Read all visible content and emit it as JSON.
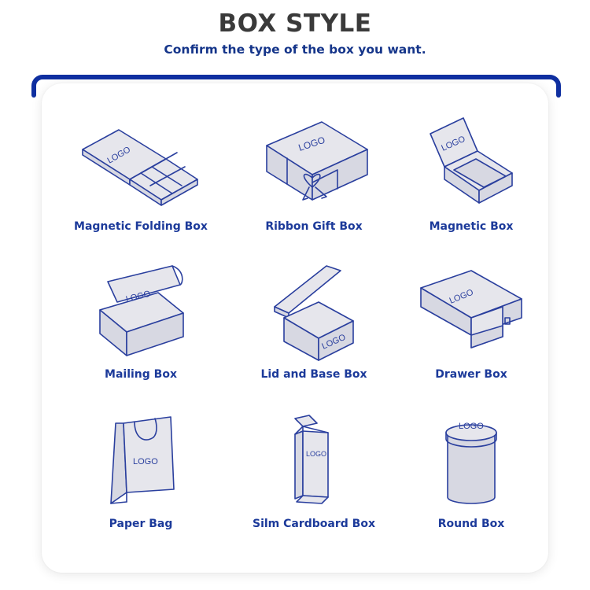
{
  "header": {
    "title": "BOX STYLE",
    "subtitle": "Confirm the type of the box you want."
  },
  "colors": {
    "accent": "#0f2fa0",
    "label": "#1c3a9a",
    "title": "#3a3a3a",
    "box_fill": "#e6e6ec"
  },
  "logo_text": "LOGO",
  "items": [
    {
      "label": "Magnetic Folding Box",
      "icon": "magnetic-folding-box-icon"
    },
    {
      "label": "Ribbon Gift Box",
      "icon": "ribbon-gift-box-icon"
    },
    {
      "label": "Magnetic Box",
      "icon": "magnetic-box-icon"
    },
    {
      "label": "Mailing Box",
      "icon": "mailing-box-icon"
    },
    {
      "label": "Lid and Base Box",
      "icon": "lid-and-base-box-icon"
    },
    {
      "label": "Drawer Box",
      "icon": "drawer-box-icon"
    },
    {
      "label": "Paper Bag",
      "icon": "paper-bag-icon"
    },
    {
      "label": "Silm Cardboard Box",
      "icon": "slim-cardboard-box-icon"
    },
    {
      "label": "Round Box",
      "icon": "round-box-icon"
    }
  ]
}
